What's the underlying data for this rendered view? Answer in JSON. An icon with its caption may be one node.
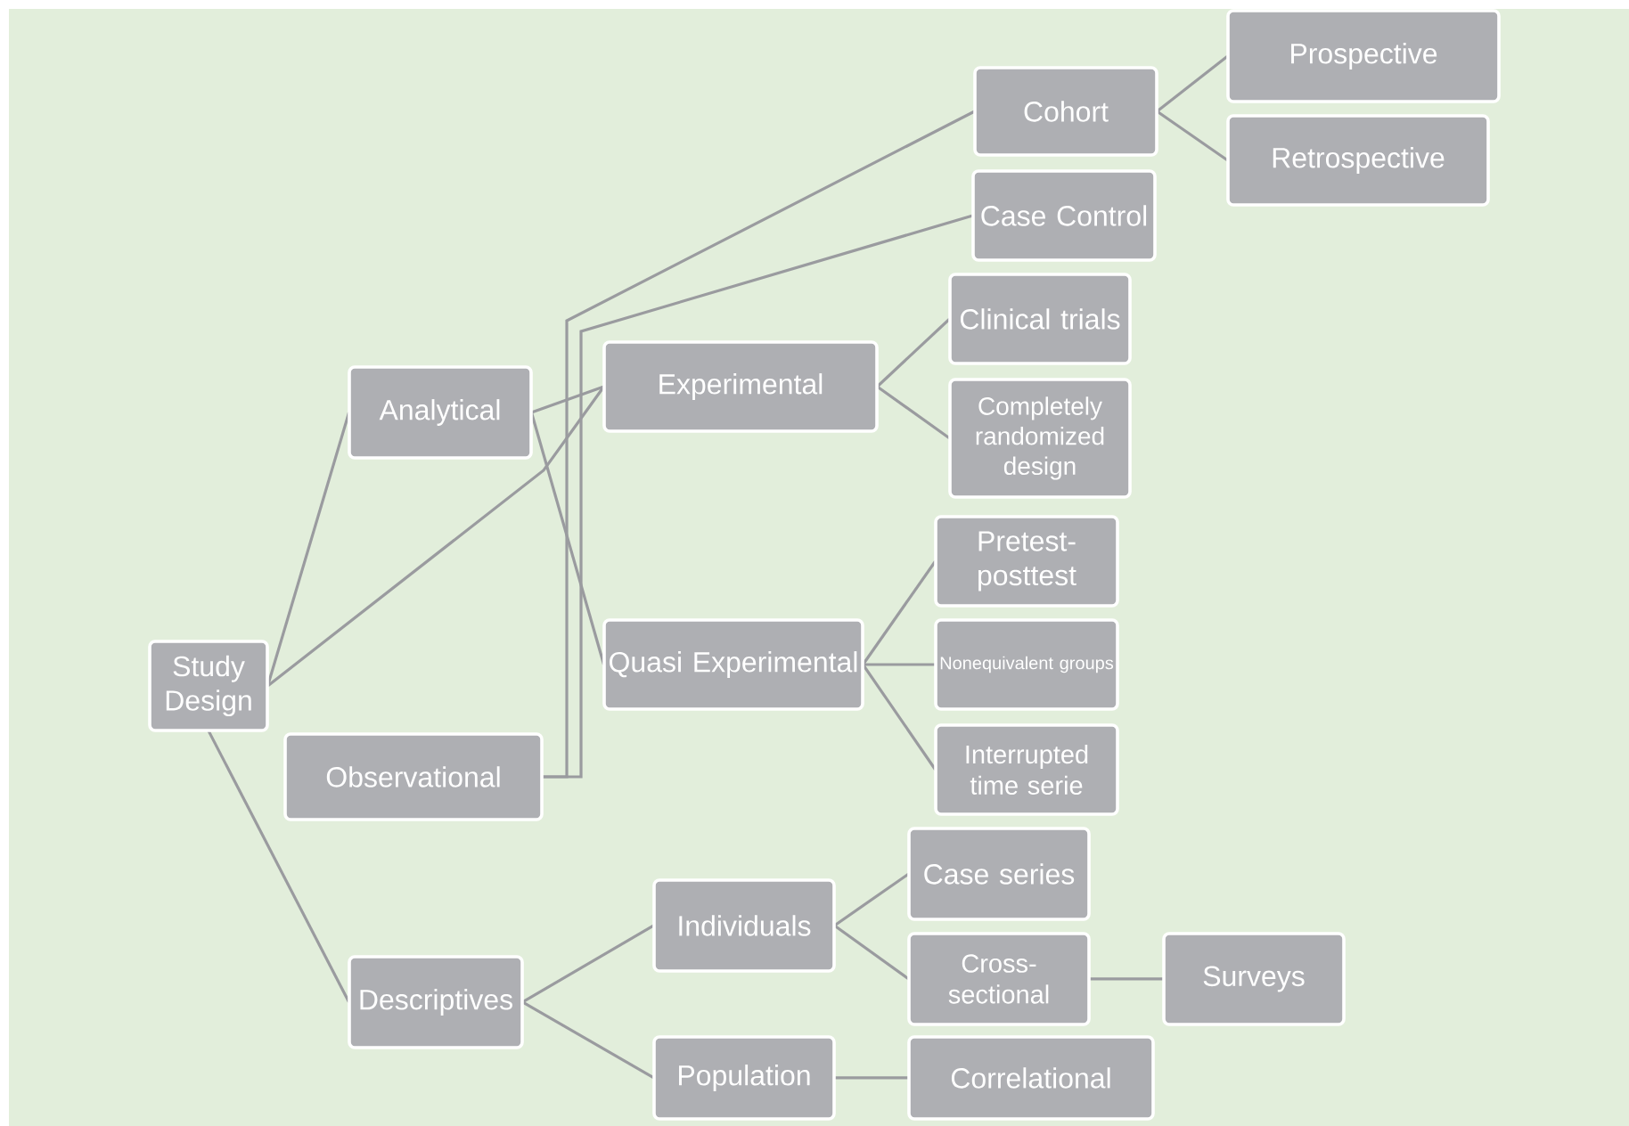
{
  "diagram": {
    "nodes": [
      {
        "text": [
          "Study Design"
        ]
      },
      {
        "text": [
          "Analytical"
        ]
      },
      {
        "text": [
          "Observational"
        ]
      },
      {
        "text": [
          "Descriptives"
        ]
      },
      {
        "text": [
          "Experimental"
        ]
      },
      {
        "text": [
          "Quasi Experimental"
        ]
      },
      {
        "text": [
          "Cohort"
        ]
      },
      {
        "text": [
          "Case Control"
        ]
      },
      {
        "text": [
          "Clinical trials"
        ]
      },
      {
        "text": [
          "Completely randomized design"
        ]
      },
      {
        "text": [
          "Pretest- posttest"
        ]
      },
      {
        "text": [
          "Nonequivalent groups"
        ]
      },
      {
        "text": [
          "Interrupted time serie"
        ]
      },
      {
        "text": [
          "Individuals"
        ]
      },
      {
        "text": [
          "Population"
        ]
      },
      {
        "text": [
          "Prospective"
        ]
      },
      {
        "text": [
          "Retrospective"
        ]
      },
      {
        "text": [
          "Case series"
        ]
      },
      {
        "text": [
          "Cross- sectional"
        ]
      },
      {
        "text": [
          "Surveys"
        ]
      },
      {
        "text": [
          "Correlational"
        ]
      }
    ],
    "edges": [
      {
        "from": 0,
        "to": 1,
        "arrow": "none"
      },
      {
        "from": 0,
        "to": 4,
        "arrow": "none"
      },
      {
        "from": 0,
        "to": 3,
        "arrow": "none"
      },
      {
        "from": 1,
        "to": 4,
        "arrow": "none"
      },
      {
        "from": 1,
        "to": 5,
        "arrow": "none"
      },
      {
        "from": 2,
        "to": 6,
        "arrow": "none"
      },
      {
        "from": 2,
        "to": 7,
        "arrow": "none"
      },
      {
        "from": 4,
        "to": 8,
        "arrow": "none"
      },
      {
        "from": 4,
        "to": 9,
        "arrow": "none"
      },
      {
        "from": 5,
        "to": 10,
        "arrow": "none"
      },
      {
        "from": 5,
        "to": 11,
        "arrow": "none"
      },
      {
        "from": 5,
        "to": 12,
        "arrow": "none"
      },
      {
        "from": 6,
        "to": 15,
        "arrow": "none"
      },
      {
        "from": 6,
        "to": 16,
        "arrow": "none"
      },
      {
        "from": 3,
        "to": 13,
        "arrow": "none"
      },
      {
        "from": 3,
        "to": 14,
        "arrow": "none"
      },
      {
        "from": 13,
        "to": 17,
        "arrow": "none"
      },
      {
        "from": 13,
        "to": 18,
        "arrow": "none"
      },
      {
        "from": 18,
        "to": 19,
        "arrow": "none"
      },
      {
        "from": 14,
        "to": 20,
        "arrow": "none"
      }
    ]
  }
}
